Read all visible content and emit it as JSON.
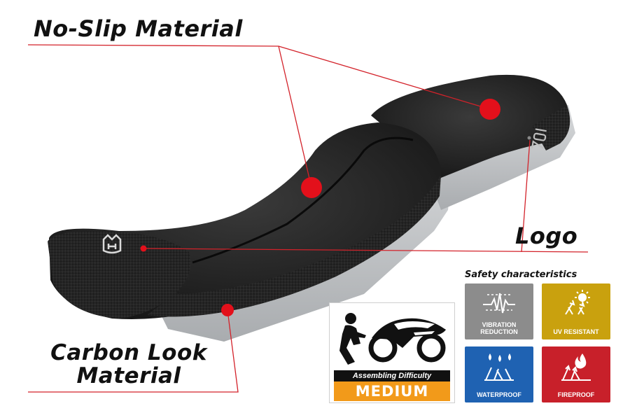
{
  "callouts": {
    "no_slip": "No-Slip Material",
    "logo": "Logo",
    "carbon_line1": "Carbon Look",
    "carbon_line2": "Material"
  },
  "seat": {
    "rear_logo_text": "701",
    "brand_icon": "husqvarna-crown-icon"
  },
  "safety": {
    "title": "Safety characteristics",
    "items": [
      {
        "label": "VIBRATION\nREDUCTION",
        "icon": "vibration-icon",
        "color": "#8c8c8c"
      },
      {
        "label": "UV RESISTANT",
        "icon": "sun-uv-icon",
        "color": "#c9a10e"
      },
      {
        "label": "WATERPROOF",
        "icon": "water-drops-icon",
        "color": "#1f62b2"
      },
      {
        "label": "FIREPROOF",
        "icon": "flame-icon",
        "color": "#c8202a"
      }
    ]
  },
  "assembly": {
    "caption": "Assembling Difficulty",
    "level": "MEDIUM",
    "level_color": "#f29a1a",
    "icon": "mechanic-motorcycle-icon"
  },
  "colors": {
    "accent_red": "#e3101b",
    "seat_black": "#1b1b1b",
    "seat_grey": "#c2c5c8"
  }
}
